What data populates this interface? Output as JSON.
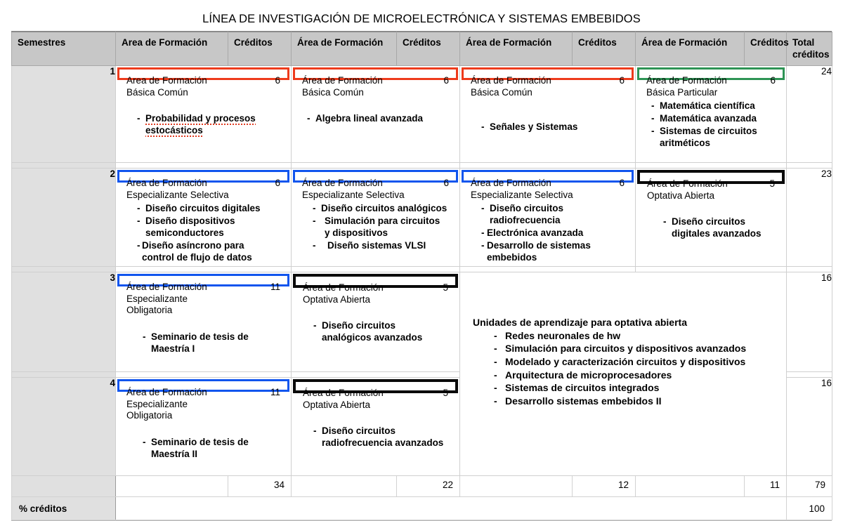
{
  "title": "LÍNEA DE INVESTIGACIÓN DE MICROELECTRÓNICA Y SISTEMAS EMBEBIDOS",
  "colors": {
    "basica_comun": "#ee3b1c",
    "basica_particular": "#2e9455",
    "especializante": "#1155ee",
    "optativa": "#0a0a0a",
    "header_bg": "#c7c7c7",
    "semester_bg": "#e0e0e0"
  },
  "header": {
    "semesters": "Semestres",
    "area_1": "Area de Formación",
    "credits_1": "Créditos",
    "area_2": "Área de Formación",
    "credits_2": "Créditos",
    "area_3": "Área de Formación",
    "credits_3": "Créditos",
    "area_4": "Área de Formación",
    "credits_4": "Créditos",
    "total": "Total\ncréditos"
  },
  "rows": [
    {
      "semester": "1",
      "total": "24",
      "cells": [
        {
          "area": "Area de Formación\nBásica Común",
          "credits": "6",
          "color": "red",
          "courses": [
            "Probabilidad y procesos\nestocásticos"
          ]
        },
        {
          "area": "Área de Formación\nBásica Común",
          "credits": "6",
          "color": "red",
          "courses": [
            "Algebra lineal avanzada"
          ]
        },
        {
          "area": "Área de Formación\nBásica Común",
          "credits": "6",
          "color": "red",
          "courses": [
            "Señales y Sistemas"
          ]
        },
        {
          "area": "Área de Formación\nBásica Particular",
          "credits": "6",
          "color": "green",
          "courses": [
            "Matemática científica",
            "Matemática avanzada",
            "Sistemas de circuitos\naritméticos"
          ]
        }
      ]
    },
    {
      "semester": "2",
      "total": "23",
      "cells": [
        {
          "area": "Área de Formación\nEspecializante Selectiva",
          "credits": "6",
          "color": "blue",
          "courses": [
            "Diseño circuitos digitales",
            "Diseño dispositivos\nsemiconductores",
            "Diseño asíncrono para\ncontrol de flujo de datos"
          ]
        },
        {
          "area": "Área de Formación\nEspecializante Selectiva",
          "credits": "6",
          "color": "blue",
          "courses": [
            "Diseño circuitos analógicos",
            "Simulación para circuitos\ny dispositivos",
            "Diseño sistemas VLSI"
          ]
        },
        {
          "area": "Área de Formación\nEspecializante Selectiva",
          "credits": "6",
          "color": "blue",
          "courses": [
            "Diseño circuitos\nradiofrecuencia",
            "Electrónica avanzada",
            "Desarrollo de sistemas\nembebidos"
          ]
        },
        {
          "area": "Área de Formación\nOptativa Abierta",
          "credits": "5",
          "color": "black",
          "courses": [
            "Diseño circuitos\ndigitales avanzados"
          ]
        }
      ]
    },
    {
      "semester": "3",
      "total": "16",
      "cells": [
        {
          "area": "Área de Formación\nEspecializante\nObligatoria",
          "credits": "11",
          "color": "blue",
          "courses": [
            "Seminario de tesis de\nMaestría I"
          ]
        },
        {
          "area": "Área de Formación\nOptativa Abierta",
          "credits": "5",
          "color": "black",
          "courses": [
            "Diseño circuitos\nanalógicos avanzados"
          ]
        }
      ]
    },
    {
      "semester": "4",
      "total": "16",
      "cells": [
        {
          "area": "Área de Formación\nEspecializante\nObligatoria",
          "credits": "11",
          "color": "blue",
          "courses": [
            "Seminario de tesis de\nMaestría II"
          ]
        },
        {
          "area": "Área de Formación\nOptativa Abierta",
          "credits": "5",
          "color": "black",
          "courses": [
            "Diseño circuitos\nradiofrecuencia avanzados"
          ]
        }
      ]
    }
  ],
  "note": {
    "title": "Unidades de aprendizaje para optativa abierta",
    "items": [
      "Redes neuronales de hw",
      "Simulación para circuitos y dispositivos avanzados",
      "Modelado y caracterización circuitos y dispositivos",
      "Arquitectura de microprocesadores",
      "Sistemas de circuitos integrados",
      "Desarrollo sistemas embebidos II"
    ]
  },
  "totals": {
    "credits_1": "34",
    "credits_2": "22",
    "credits_3": "12",
    "credits_4": "11",
    "grand_total": "79"
  },
  "percent": {
    "label": "% créditos",
    "value": "100"
  }
}
